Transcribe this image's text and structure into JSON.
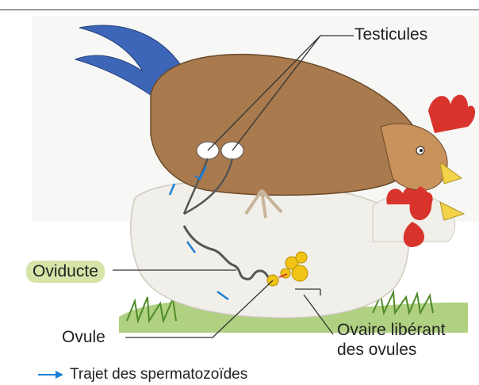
{
  "labels": {
    "testicules": "Testicules",
    "oviducte": "Oviducte",
    "ovule": "Ovule",
    "ovaire_line1": "Ovaire libérant",
    "ovaire_line2": "des ovules"
  },
  "legend": {
    "text": "Trajet des spermatozoïdes",
    "arrow_color": "#1d7fd4"
  },
  "colors": {
    "label_pill": "#d6e4a8",
    "rooster_body": "#a87a4e",
    "rooster_tail": "#3e66b8",
    "hen_body": "#f1efe9",
    "comb": "#d8342c",
    "ovule": "#f2c416",
    "grass": "#6ea436"
  }
}
